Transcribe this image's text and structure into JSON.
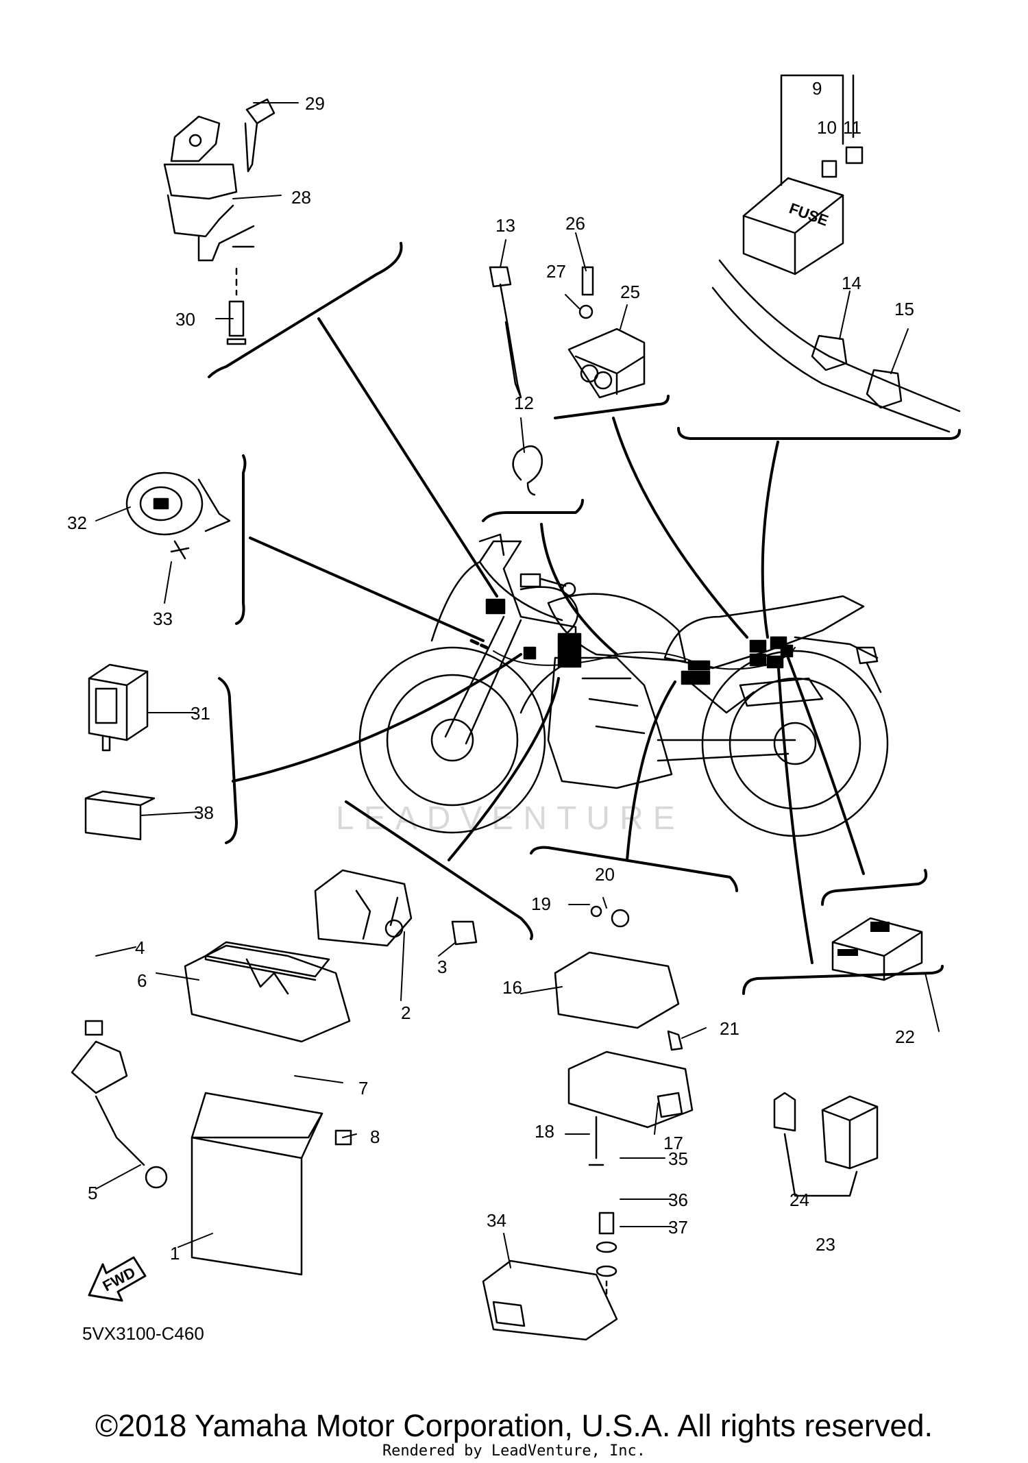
{
  "diagram": {
    "watermark": "LEADVENTURE",
    "part_code": "5VX3100-C460",
    "fwd_label": "FWD",
    "fuse_label": "FUSE",
    "callouts": [
      "1",
      "2",
      "3",
      "4",
      "5",
      "6",
      "7",
      "8",
      "9",
      "10",
      "11",
      "12",
      "13",
      "14",
      "15",
      "16",
      "17",
      "18",
      "19",
      "20",
      "21",
      "22",
      "23",
      "24",
      "25",
      "26",
      "27",
      "28",
      "29",
      "30",
      "31",
      "32",
      "33",
      "34",
      "35",
      "36",
      "37",
      "38"
    ]
  },
  "footer": {
    "copyright": "©2018 Yamaha Motor Corporation, U.S.A. All rights reserved.",
    "rendered_by": "Rendered by LeadVenture, Inc."
  },
  "colors": {
    "ink": "#000000",
    "watermark": "#d8d8d8",
    "background": "#ffffff"
  }
}
